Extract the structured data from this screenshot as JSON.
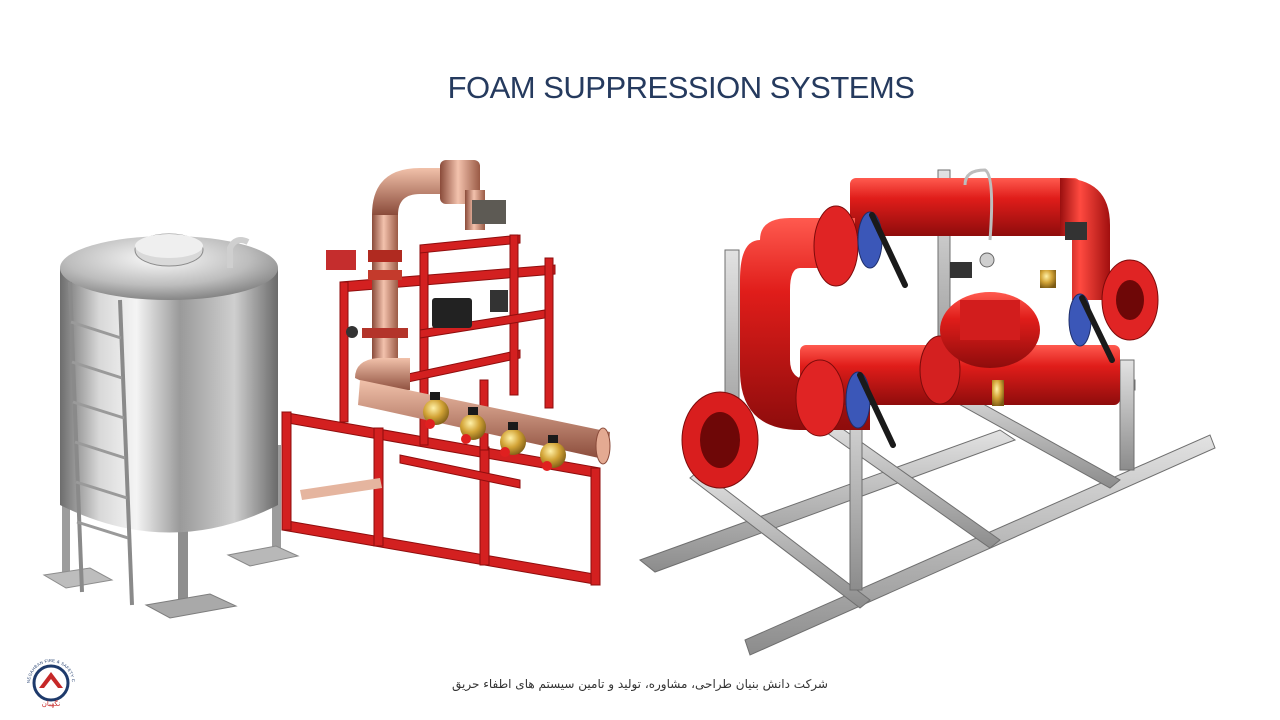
{
  "slide": {
    "title": "FOAM SUPPRESSION SYSTEMS",
    "footer_text": "شرکت دانش بنیان طراحی، مشاوره، تولید و تامین سیستم های اطفاء حریق"
  },
  "logo": {
    "ring_text": "NEGAHBAN FIRE & SAFETY CO.",
    "name_fa": "نگهبان"
  },
  "colors": {
    "title": "#253a5e",
    "pipe_red": "#d81f1f",
    "steel": "#a9a9a9",
    "brass": "#c59a2e"
  }
}
